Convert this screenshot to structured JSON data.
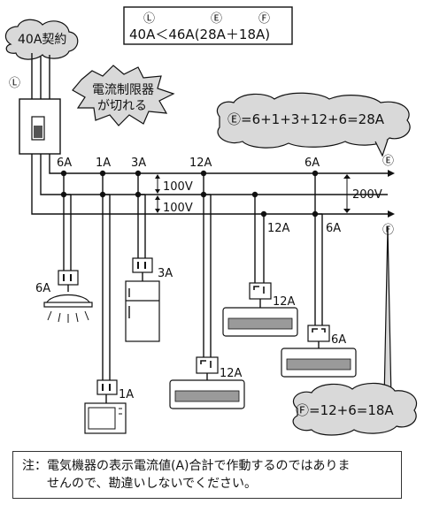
{
  "header": {
    "letters": [
      "Ⓛ",
      "Ⓔ",
      "Ⓕ"
    ],
    "equation": "40A＜46A(28A＋18A)"
  },
  "contract": {
    "label": "40A契約",
    "marker": "Ⓛ"
  },
  "breaker_bubble": {
    "line1": "電流制限器",
    "line2": "が切れる"
  },
  "sum_e": "Ⓔ=6+1+3+12+6=28A",
  "sum_f": "Ⓕ=12+6=18A",
  "voltages": {
    "v100_top": "100V",
    "v100_bottom": "100V",
    "v200": "200V"
  },
  "markers": {
    "e": "Ⓔ",
    "f": "Ⓕ"
  },
  "top_currents": [
    "6A",
    "1A",
    "3A",
    "12A",
    "6A"
  ],
  "lower_currents": [
    "12A",
    "6A"
  ],
  "appliances": [
    {
      "id": "ceiling-light",
      "label": "6A"
    },
    {
      "id": "microwave",
      "label": "1A"
    },
    {
      "id": "refrigerator",
      "label": "3A"
    },
    {
      "id": "aircon-100v",
      "label": "12A"
    },
    {
      "id": "aircon-200v-a",
      "label": "12A"
    },
    {
      "id": "aircon-200v-b",
      "label": "6A"
    }
  ],
  "note": {
    "line1": "注：電気機器の表示電流値(A)合計で作動するのではありま",
    "line2": "せんので、勘違いしないでください。"
  },
  "colors": {
    "line": "#111111",
    "cloud_fill": "#d9d9d9",
    "fill_gray": "#9a9a9a"
  }
}
